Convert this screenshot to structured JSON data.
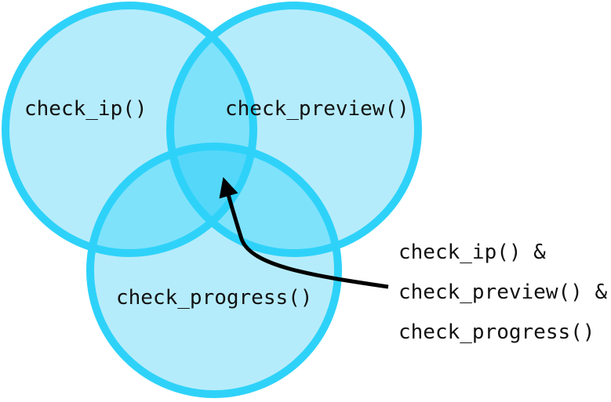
{
  "diagram": {
    "colors": {
      "circle_fill": "#b5ecfb",
      "circle_stroke": "#2ed2f9",
      "overlap_fill": "#7ee2fb",
      "center_fill": "#55d7f9",
      "arrow": "#000000",
      "text": "#111111"
    },
    "sets": [
      {
        "id": "ip",
        "label": "check_ip()"
      },
      {
        "id": "preview",
        "label": "check_preview()"
      },
      {
        "id": "progress",
        "label": "check_progress()"
      }
    ],
    "intersection_label": {
      "lines": [
        "check_ip() &",
        "check_preview() &",
        "check_progress()"
      ]
    }
  }
}
